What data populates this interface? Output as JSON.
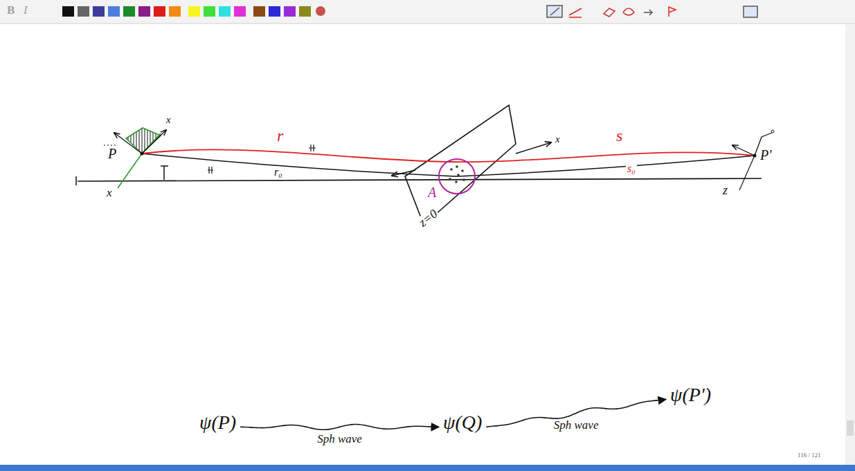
{
  "diagram": {
    "nodes": [
      {
        "text": [
          "A"
        ]
      },
      {
        "text": [
          "ψ(P)"
        ]
      },
      {
        "text": [
          "ψ(Q)"
        ]
      },
      {
        "text": [
          "ψ(P')"
        ]
      }
    ],
    "edges": [
      {
        "from": 1,
        "to": 2,
        "arrow": "to",
        "label": "Sph wave"
      },
      {
        "from": 2,
        "to": 3,
        "arrow": "to",
        "label": "Sph wave"
      }
    ],
    "labels": [
      "B",
      "I",
      "r",
      "r₀",
      "s",
      "s₀",
      "P",
      "P'",
      "z=0",
      "z",
      "x",
      "x",
      "x",
      "116 / 121"
    ]
  }
}
